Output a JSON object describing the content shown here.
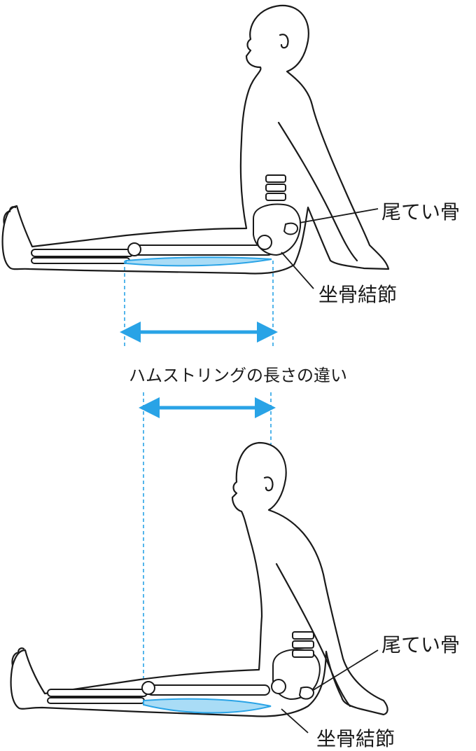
{
  "labels": {
    "top_coccyx": "尾てい骨",
    "top_ischial": "坐骨結節",
    "caption": "ハムストリングの長さの違い",
    "bottom_coccyx": "尾てい骨",
    "bottom_ischial": "坐骨結節"
  },
  "colors": {
    "outline": "#1a1a1a",
    "accent": "#29a3e6",
    "hamstring_fill": "#a9dcf6",
    "dashed": "#29a3e6"
  }
}
